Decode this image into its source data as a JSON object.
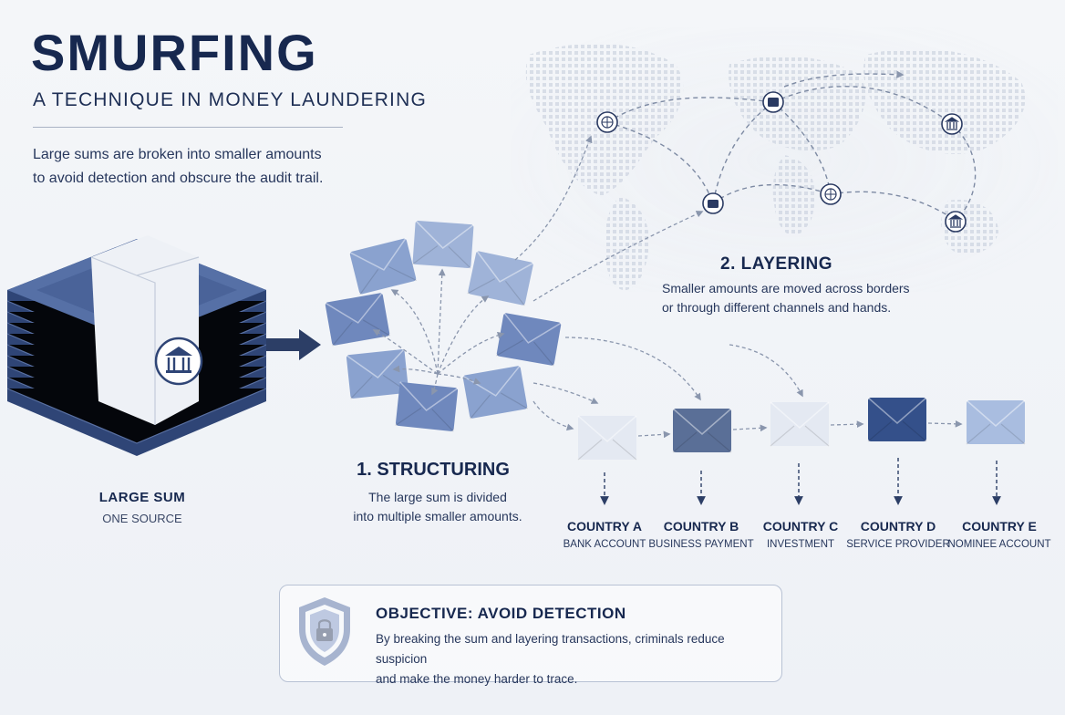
{
  "header": {
    "title": "SMURFING",
    "subtitle": "A TECHNIQUE IN MONEY LAUNDERING",
    "intro_line1": "Large sums are broken into smaller amounts",
    "intro_line2": "to avoid detection and obscure the audit trail."
  },
  "source": {
    "title": "LARGE SUM",
    "subtitle": "ONE SOURCE",
    "icon": "bank-icon"
  },
  "structuring": {
    "title": "1. STRUCTURING",
    "line1": "The large sum is divided",
    "line2": "into multiple smaller amounts."
  },
  "layering": {
    "title": "2. LAYERING",
    "line1": "Smaller amounts are moved across borders",
    "line2": "or through different channels and hands."
  },
  "countries": [
    {
      "name": "COUNTRY A",
      "desc": "BANK ACCOUNT",
      "envelope_color": "#e4e9f2"
    },
    {
      "name": "COUNTRY B",
      "desc": "BUSINESS PAYMENT",
      "envelope_color": "#5a6f97"
    },
    {
      "name": "COUNTRY C",
      "desc": "INVESTMENT",
      "envelope_color": "#e4e9f2"
    },
    {
      "name": "COUNTRY D",
      "desc": "SERVICE PROVIDER",
      "envelope_color": "#34508a"
    },
    {
      "name": "COUNTRY E",
      "desc": "NOMINEE ACCOUNT",
      "envelope_color": "#a9bde0"
    }
  ],
  "objective": {
    "title": "OBJECTIVE: AVOID DETECTION",
    "line1": "By breaking the sum and layering transactions, criminals reduce suspicion",
    "line2": "and make the money harder to trace.",
    "icon": "shield-lock-icon"
  },
  "colors": {
    "navy": "#17284f",
    "accent": "#3d5a96",
    "envelope_light": "#9fb3d8",
    "envelope_mid": "#6f88bd",
    "dashed_line": "#8a96ad"
  },
  "map_nodes": [
    "globe-icon",
    "bank-icon",
    "bank-icon",
    "bank-icon",
    "globe-icon",
    "bank-icon"
  ]
}
